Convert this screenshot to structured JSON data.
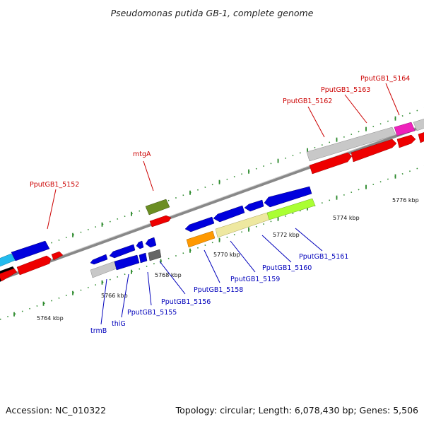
{
  "title": "Pseudomonas putida GB-1, complete genome",
  "footer": {
    "accession": "Accession: NC_010322",
    "summary": "Topology: circular; Length: 6,078,430 bp; Genes: 5,506"
  },
  "colors": {
    "forward_label": "#cc0000",
    "reverse_label": "#0000bb",
    "backbone": "#888888",
    "tick": "#2d8a2d"
  },
  "scale": {
    "upper": [
      {
        "label": "5776 kbp"
      }
    ],
    "lower": [
      {
        "label": "5764 kbp"
      },
      {
        "label": "5766 kbp"
      },
      {
        "label": "5768 kbp"
      },
      {
        "label": "5770 kbp"
      },
      {
        "label": "5772 kbp"
      },
      {
        "label": "5774 kbp"
      }
    ]
  },
  "forward_labels": [
    {
      "text": "PputGB1_5152"
    },
    {
      "text": "mtgA"
    },
    {
      "text": "PputGB1_5162"
    },
    {
      "text": "PputGB1_5163"
    },
    {
      "text": "PputGB1_5164"
    }
  ],
  "reverse_labels": [
    {
      "text": "trmB"
    },
    {
      "text": "thiG"
    },
    {
      "text": "PputGB1_5155"
    },
    {
      "text": "PputGB1_5156"
    },
    {
      "text": "PputGB1_5158"
    },
    {
      "text": "PputGB1_5159"
    },
    {
      "text": "PputGB1_5160"
    },
    {
      "text": "PputGB1_5161"
    }
  ]
}
